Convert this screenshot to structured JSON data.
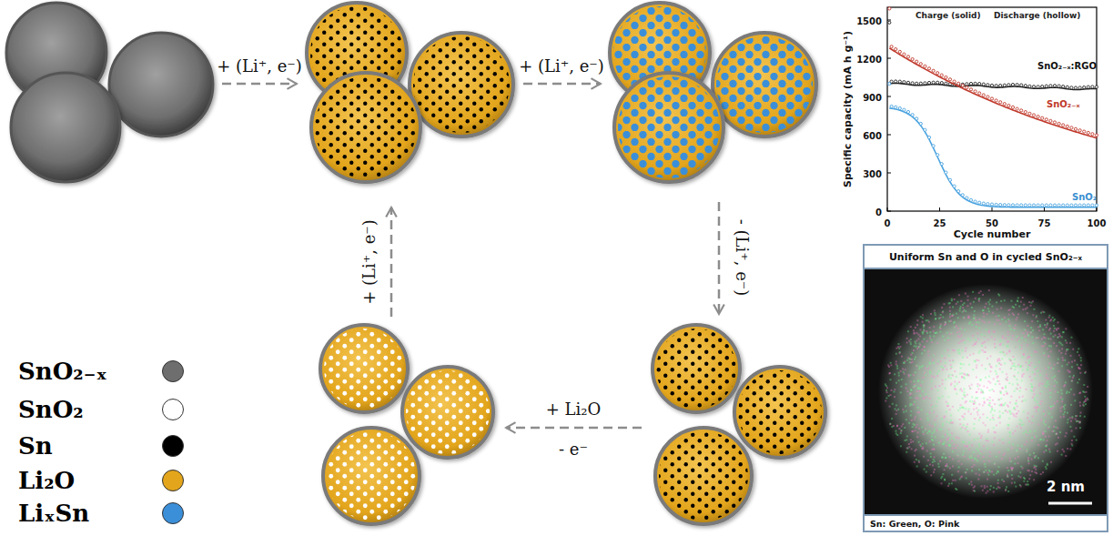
{
  "diagram": {
    "nodes": [
      {
        "text": [
          "Uniform Sn and O in cycled SnO₂₋ₓ",
          "2 nm",
          "Sn: Green, O: Pink"
        ]
      }
    ],
    "labels": [
      "+ (Li⁺, e⁻)",
      "+ (Li⁺, e⁻)",
      "- (Li⁺, e⁻)",
      "+ Li₂O",
      "- e⁻",
      "+ (Li⁺, e⁻)",
      "Charge (solid)",
      "Discharge (hollow)",
      "Specific capacity (mA h g⁻¹)",
      "0",
      "300",
      "600",
      "900",
      "1200",
      "1500",
      "0",
      "25",
      "50",
      "75",
      "100",
      "Cycle number",
      "SnO₂₋ₓ:RGO",
      "SnO₂₋ₓ",
      "SnO₂"
    ],
    "legend": [
      {
        "text": "SnO₂₋ₓ",
        "color": "#6e6e6e"
      },
      {
        "text": "SnO₂",
        "color": "#ffffff"
      },
      {
        "text": "Sn",
        "color": "#000000"
      },
      {
        "text": "Li₂O",
        "color": "#e3a51c"
      },
      {
        "text": "LiₓSn",
        "color": "#3b8fd9"
      }
    ]
  }
}
